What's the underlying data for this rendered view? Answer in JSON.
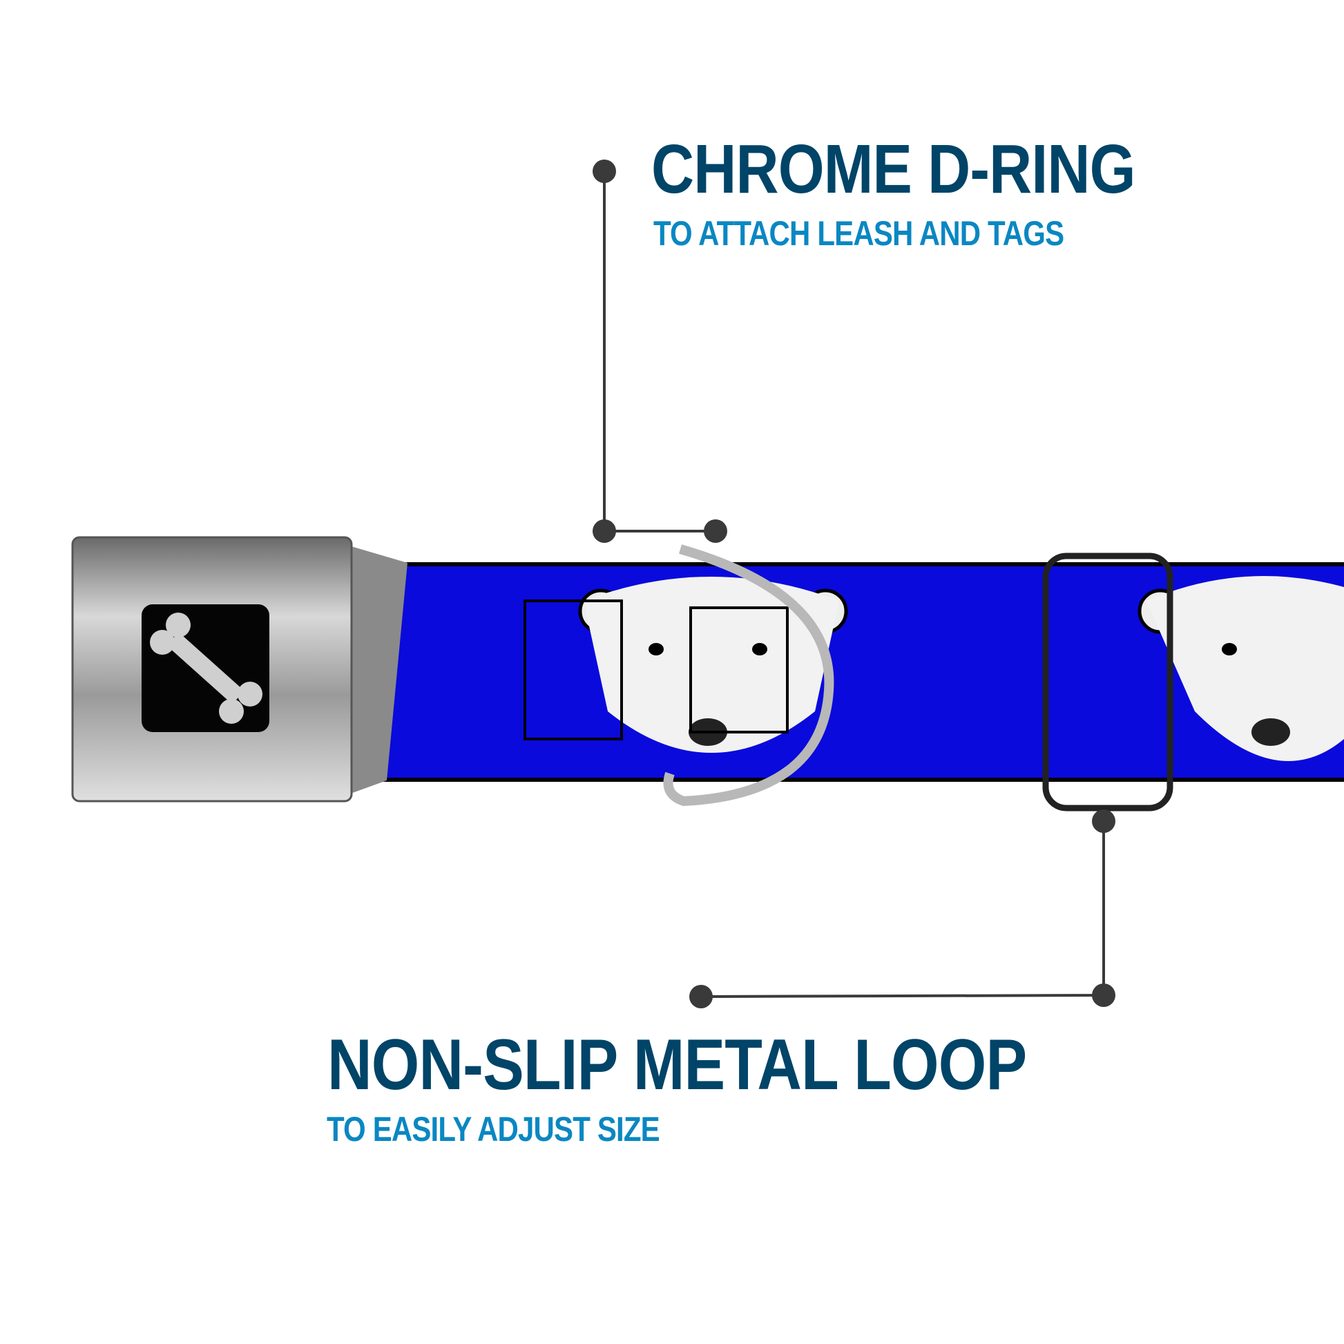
{
  "callouts": [
    {
      "title": "CHROME D-RING",
      "subtitle": "TO ATTACH LEASH AND TAGS"
    },
    {
      "title": "NON-SLIP METAL LOOP",
      "subtitle": "TO EASILY ADJUST SIZE"
    }
  ],
  "colors": {
    "title": "#004468",
    "subtitle": "#0a87c2",
    "strap": "#0a0adc",
    "leader": "#3a3a3a"
  },
  "product": {
    "buckle_icon": "bone-icon",
    "pattern": "polar-bear-face"
  }
}
